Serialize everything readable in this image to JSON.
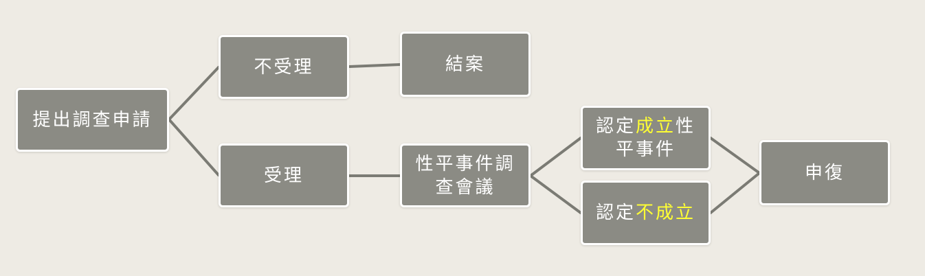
{
  "nodes": {
    "apply": "提出調查申請",
    "reject": "不受理",
    "close": "結案",
    "accept": "受理",
    "meeting_line1": "性平事件調",
    "meeting_line2": "查會議",
    "found_prefix": "認定",
    "found_highlight": "成立",
    "found_suffix": "性",
    "found_line2": "平事件",
    "notfound_prefix": "認定",
    "notfound_highlight": "不成立",
    "appeal": "申復"
  },
  "colors": {
    "background": "#eeebe4",
    "node_fill": "#8b8b84",
    "node_border": "#ffffff",
    "connector": "#7b7b74",
    "highlight_text": "#ffff33"
  }
}
